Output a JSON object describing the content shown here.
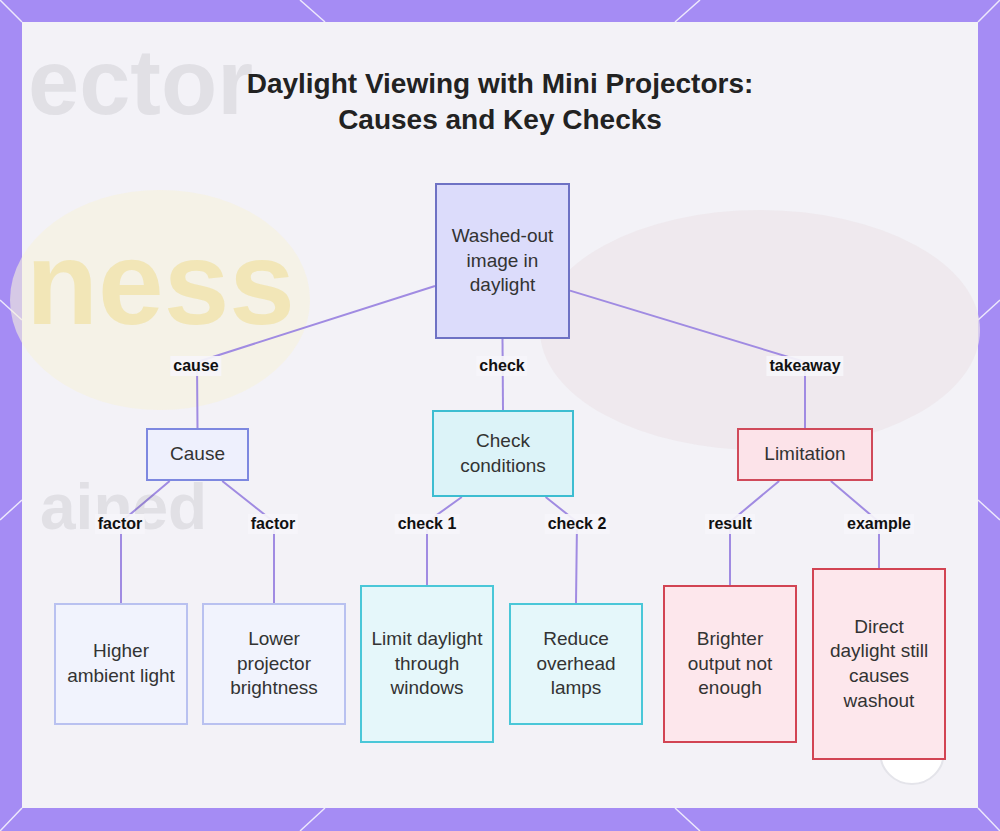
{
  "diagram": {
    "title": "Daylight Viewing with Mini Projectors: Causes and Key Checks",
    "nodes": [
      {
        "text": [
          "Washed-out image in daylight"
        ]
      },
      {
        "text": [
          "Cause"
        ]
      },
      {
        "text": [
          "Check conditions"
        ]
      },
      {
        "text": [
          "Limitation"
        ]
      },
      {
        "text": [
          "Higher ambient light"
        ]
      },
      {
        "text": [
          "Lower projector brightness"
        ]
      },
      {
        "text": [
          "Limit daylight through windows"
        ]
      },
      {
        "text": [
          "Reduce overhead lamps"
        ]
      },
      {
        "text": [
          "Brighter output not enough"
        ]
      },
      {
        "text": [
          "Direct daylight still causes washout"
        ]
      }
    ],
    "edges": [
      {
        "from": 0,
        "to": 1,
        "label": "cause",
        "arrow": "none"
      },
      {
        "from": 0,
        "to": 2,
        "label": "check",
        "arrow": "none"
      },
      {
        "from": 0,
        "to": 3,
        "label": "takeaway",
        "arrow": "none"
      },
      {
        "from": 1,
        "to": 4,
        "label": "factor",
        "arrow": "none"
      },
      {
        "from": 1,
        "to": 5,
        "label": "factor",
        "arrow": "none"
      },
      {
        "from": 2,
        "to": 6,
        "label": "check 1",
        "arrow": "none"
      },
      {
        "from": 2,
        "to": 7,
        "label": "check 2",
        "arrow": "none"
      },
      {
        "from": 3,
        "to": 8,
        "label": "result",
        "arrow": "none"
      },
      {
        "from": 3,
        "to": 9,
        "label": "example",
        "arrow": "none"
      }
    ],
    "labels": [
      "ector",
      "ness",
      "ained"
    ]
  }
}
